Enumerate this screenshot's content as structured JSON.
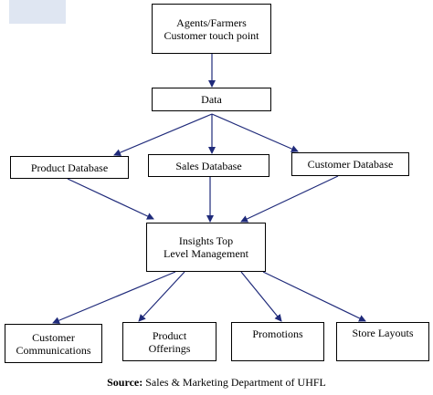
{
  "nodes": {
    "agents": [
      "Agents/Farmers",
      "Customer touch point"
    ],
    "data": [
      "Data"
    ],
    "product_db": [
      "Product Database"
    ],
    "sales_db": [
      "Sales Database"
    ],
    "customer_db": [
      "Customer Database"
    ],
    "insights": [
      "Insights Top",
      "Level Management"
    ],
    "customer_comms": [
      "Customer",
      "Communications"
    ],
    "product_offerings": [
      "Product",
      "Offerings"
    ],
    "promotions": [
      "Promotions"
    ],
    "store_layouts": [
      "Store Layouts"
    ]
  },
  "caption": {
    "label": "Source:",
    "text": "Sales & Marketing Department of UHFL"
  },
  "colors": {
    "arrow": "#1f2a7a",
    "box_border": "#000000",
    "corner_mark": "#dfe6f2"
  }
}
